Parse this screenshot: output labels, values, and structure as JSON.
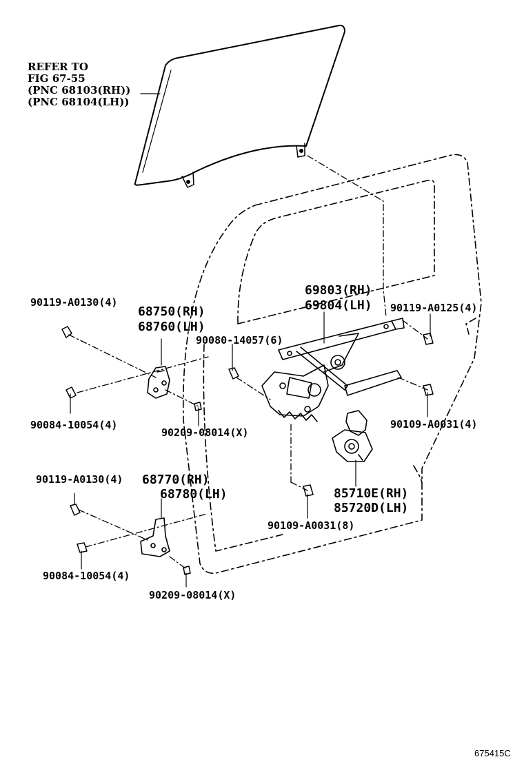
{
  "diagram": {
    "reference_note": [
      "REFER TO",
      "FIG 67-55",
      "(PNC 68103(RH))",
      "(PNC 68104(LH))"
    ],
    "parts": {
      "bolt_upper_left": "90119-A0130(4)",
      "upper_hinge_rh": "68750(RH)",
      "upper_hinge_lh": "68760(LH)",
      "regulator_bolt": "90080-14057(6)",
      "regulator_rh": "69803(RH)",
      "regulator_lh": "69804(LH)",
      "bolt_upper_right": "90119-A0125(4)",
      "bolt_mid_left": "90084-10054(4)",
      "pin_upper": "90209-08014(X)",
      "bolt_mid_right": "90109-A0031(4)",
      "bolt_lower_left": "90119-A0130(4)",
      "lower_hinge_rh": "68770(RH)",
      "lower_hinge_lh": "68780(LH)",
      "motor_rh": "85710E(RH)",
      "motor_lh": "85720D(LH)",
      "bolt_motor": "90109-A0031(8)",
      "bolt_lower_mid": "90084-10054(4)",
      "pin_lower": "90209-08014(X)"
    },
    "figure_code": "675415C"
  }
}
